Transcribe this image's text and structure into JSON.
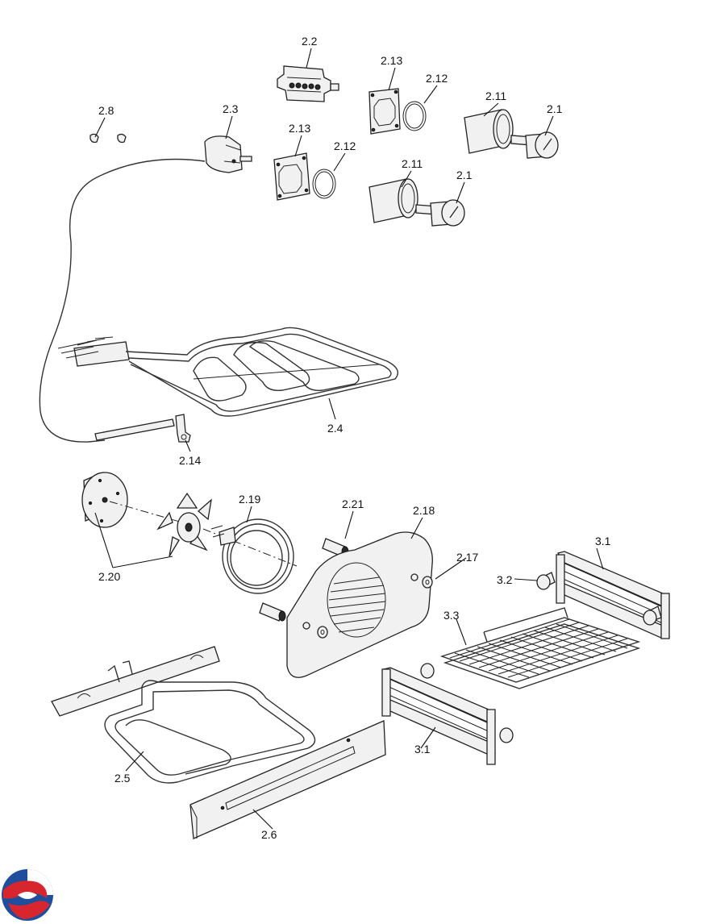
{
  "labels": {
    "p2_2": "2.2",
    "p2_13a": "2.13",
    "p2_12a": "2.12",
    "p2_11a": "2.11",
    "p2_1a": "2.1",
    "p2_8": "2.8",
    "p2_3": "2.3",
    "p2_13b": "2.13",
    "p2_12b": "2.12",
    "p2_11b": "2.11",
    "p2_1b": "2.1",
    "p2_4": "2.4",
    "p2_14": "2.14",
    "p2_19": "2.19",
    "p2_21": "2.21",
    "p2_18": "2.18",
    "p2_17": "2.17",
    "p3_1a": "3.1",
    "p3_2": "3.2",
    "p2_20": "2.20",
    "p3_3": "3.3",
    "p2_5": "2.5",
    "p3_1b": "3.1",
    "p2_6": "2.6"
  },
  "colors": {
    "logo_blue": "#1f4e9c",
    "logo_red": "#d8262e"
  },
  "icons": {
    "logo": "brand-logo"
  }
}
